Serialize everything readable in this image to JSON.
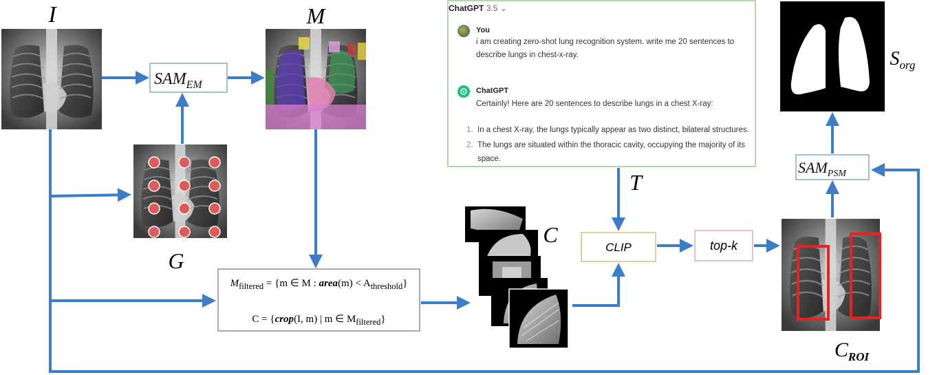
{
  "labels": {
    "image": "I",
    "masks": "M",
    "grid": "G",
    "crops": "C",
    "text": "T",
    "seg_main": "S",
    "seg_sub": "org",
    "roi_main": "C",
    "roi_sub": "ROI"
  },
  "blocks": {
    "sam_em_main": "SAM",
    "sam_em_sub": "EM",
    "sam_psm_main": "SAM",
    "sam_psm_sub": "PSM",
    "clip": "CLIP",
    "topk": "top-k"
  },
  "formulas": {
    "line1": {
      "lhs": "M",
      "lhs_sub": "filtered",
      "body": " = {m ∈ M : ",
      "fn": "area",
      "arg": "(m) < A",
      "arg_sub": "threshold",
      "close": "}"
    },
    "line2": {
      "lhs": "C = {",
      "fn": "crop",
      "arg": "(I, m) | m ∈ M",
      "arg_sub": "filtered",
      "close": "}"
    }
  },
  "chat": {
    "app_name": "ChatGPT",
    "version": "3.5",
    "chevron": "⌄",
    "user_name": "You",
    "user_line1": "i am creating zero-shot lung recognition system. write me 20 sentences to",
    "user_line2": "describe lungs in chest-x-ray.",
    "bot_name": "ChatGPT",
    "bot_intro": "Certainly! Here are 20 sentences to describe lungs in a chest X-ray:",
    "items": [
      {
        "num": "1.",
        "text": "In a chest X-ray, the lungs typically appear as two distinct, bilateral structures."
      },
      {
        "num": "2.",
        "text": "The lungs are situated within the thoracic cavity, occupying the majority of its"
      },
      {
        "num": "",
        "text": "space."
      }
    ]
  },
  "colors": {
    "arrow": "#3c7cc8",
    "grid_point": "#e05a5a",
    "roi_box": "#e8231f",
    "sam_box_border": "#7fa7c9",
    "clip_box_border": "#d2c37a",
    "topk_box_border": "#e0a9b9",
    "filter_box_border": "#b3a2cf",
    "chat_border": "#b9d6a6"
  }
}
